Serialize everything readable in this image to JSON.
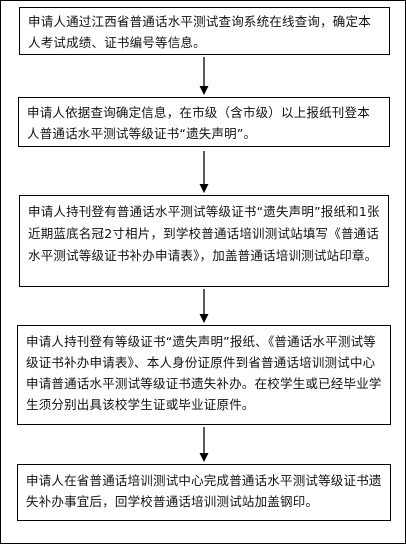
{
  "steps": [
    "申请人通过江西省普通话水平测试查询系统在线查询，确定本人考试成绩、证书编号等信息。",
    "申请人依据查询确定信息，在市级（含市级）以上报纸刊登本人普通话水平测试等级证书“遗失声明”。",
    "申请人持刊登有普通话水平测试等级证书“遗失声明”报纸和1张近期蓝底名冠2寸相片，到学校普通话培训测试站填写《普通话水平测试等级证书补办申请表》，加盖普通话培训测试站印章。",
    "申请人持刊登有等级证书“遗失声明”报纸、《普通话水平测试等级证书补办申请表》、本人身份证原件到省普通话培训测试中心申请普通话水平测试等级证书遗失补办。在校学生或已经毕业学生须分别出具该校学生证或毕业证原件。",
    "申请人在省普通话培训测试中心完成普通话水平测试等级证书遗失补办事宜后，回学校普通话培训测试站加盖钢印。"
  ]
}
